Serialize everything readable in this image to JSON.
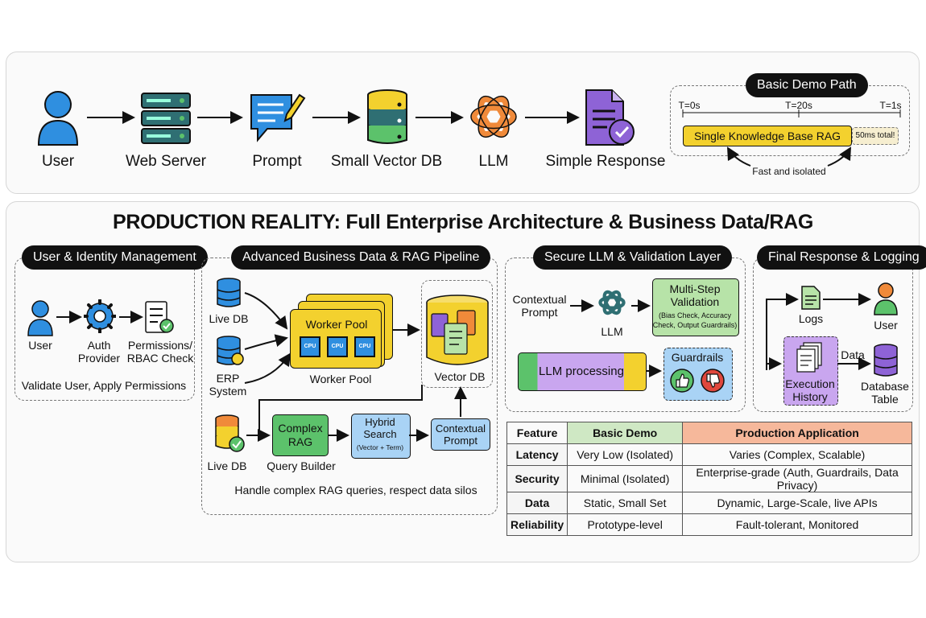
{
  "top": {
    "nodes": [
      "User",
      "Web Server",
      "Prompt",
      "Small Vector DB",
      "LLM",
      "Simple Response"
    ],
    "demo": {
      "title": "Basic Demo Path",
      "t0": "T=0s",
      "t1": "T=20s",
      "t2": "T=1s",
      "bar_label": "Single Knowledge Base RAG",
      "total": "50ms total!",
      "note": "Fast and isolated"
    }
  },
  "main_title": "PRODUCTION REALITY: Full Enterprise Architecture & Business Data/RAG",
  "identity": {
    "title": "User & Identity Management",
    "user": "User",
    "auth": "Auth\nProvider",
    "perm": "Permissions/\nRBAC Check",
    "caption": "Validate User, Apply Permissions"
  },
  "pipeline": {
    "title": "Advanced Business Data & RAG Pipeline",
    "live_db_1": "Live DB",
    "erp": "ERP\nSystem",
    "live_db_2": "Live DB",
    "worker_pool_inner": "Worker Pool",
    "worker_pool": "Worker Pool",
    "cpu": "CPU",
    "vector_db": "Vector DB",
    "complex_rag": "Complex\nRAG",
    "query_builder": "Query Builder",
    "hybrid_search": "Hybrid\nSearch",
    "hybrid_sub": "(Vector + Term)",
    "contextual_prompt": "Contextual\nPrompt",
    "caption": "Handle complex RAG queries, respect data silos"
  },
  "llm_layer": {
    "title": "Secure LLM & Validation Layer",
    "contextual_prompt": "Contextual\nPrompt",
    "llm": "LLM",
    "validation_title": "Multi-Step\nValidation",
    "validation_sub": "(Bias Check, Accuracy\nCheck, Output Guardrails)",
    "processing": "LLM processing",
    "guardrails": "Guardrails"
  },
  "final": {
    "title": "Final Response & Logging",
    "logs": "Logs",
    "user": "User",
    "execution_history": "Execution\nHistory",
    "data": "Data",
    "database_table": "Database\nTable"
  },
  "comparison": {
    "headers": [
      "Feature",
      "Basic Demo",
      "Production Application"
    ],
    "rows": [
      [
        "Latency",
        "Very Low (Isolated)",
        "Varies (Complex, Scalable)"
      ],
      [
        "Security",
        "Minimal (Isolated)",
        "Enterprise-grade (Auth, Guardrails, Data Privacy)"
      ],
      [
        "Data",
        "Static, Small Set",
        "Dynamic, Large-Scale, live APIs"
      ],
      [
        "Reliability",
        "Prototype-level",
        "Fault-tolerant, Monitored"
      ]
    ]
  },
  "colors": {
    "blue": "#2f8fe0",
    "green": "#5cc26b",
    "yellow": "#f3d12e",
    "orange": "#f08a3a",
    "purple": "#8e63d6",
    "teal": "#2f6f73",
    "light_green": "#b7e3a8",
    "light_blue": "#a9d3f5"
  }
}
